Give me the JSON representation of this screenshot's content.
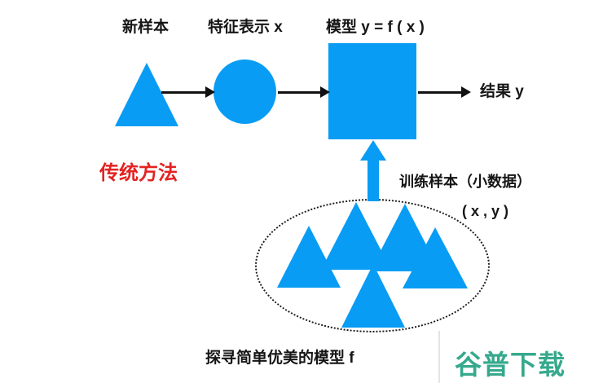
{
  "colors": {
    "shape_blue": "#089CF4",
    "accent_red": "#E42222",
    "watermark_teal": "#36A98D",
    "line_black": "#111111"
  },
  "flow": {
    "new_sample": "新样本",
    "feature": "特征表示 x",
    "model": "模型 y = f ( x )",
    "result": "结果 y"
  },
  "method_label": "传统方法",
  "training": {
    "label": "训练样本（小数据）",
    "pair": "( x , y )"
  },
  "caption": "探寻简单优美的模型 f",
  "watermark": "谷普下载"
}
